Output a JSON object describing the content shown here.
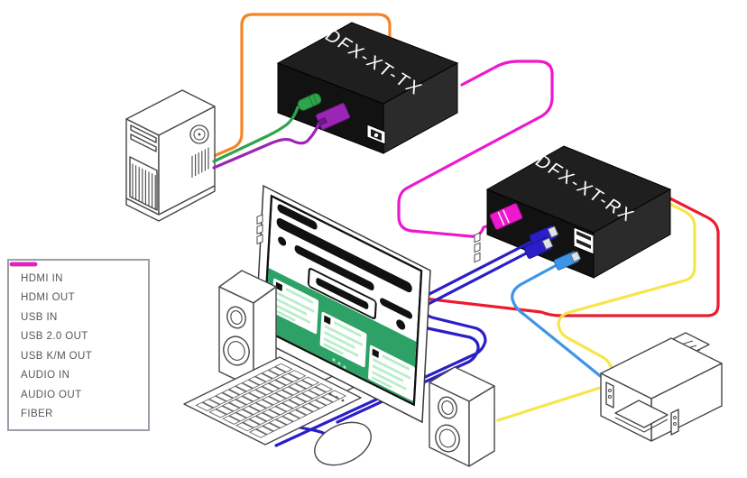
{
  "diagram": {
    "tx_label": "DFX-XT-TX",
    "rx_label": "DFX-XT-RX"
  },
  "colors": {
    "hdmi_in": "#9B26B6",
    "hdmi_out": "#EC1B2E",
    "usb_in": "#F58426",
    "usb2_out": "#3E95E8",
    "usb_km_out": "#2A1EC8",
    "audio_in": "#2FA44D",
    "audio_out": "#F6E649",
    "fiber": "#EE18CE",
    "screen_green": "#2EA266",
    "card_line": "#B9EDCA",
    "device_black": "#1A1A1A"
  },
  "legend": {
    "items": [
      {
        "label": "HDMI IN",
        "color": "#9B26B6"
      },
      {
        "label": "HDMI OUT",
        "color": "#EC1B2E"
      },
      {
        "label": "USB IN",
        "color": "#F58426"
      },
      {
        "label": "USB 2.0 OUT",
        "color": "#3E95E8"
      },
      {
        "label": "USB K/M OUT",
        "color": "#2A1EC8"
      },
      {
        "label": "AUDIO IN",
        "color": "#2FA44D"
      },
      {
        "label": "AUDIO OUT",
        "color": "#F6E649"
      },
      {
        "label": "FIBER",
        "color": "#EE18CE"
      }
    ]
  }
}
